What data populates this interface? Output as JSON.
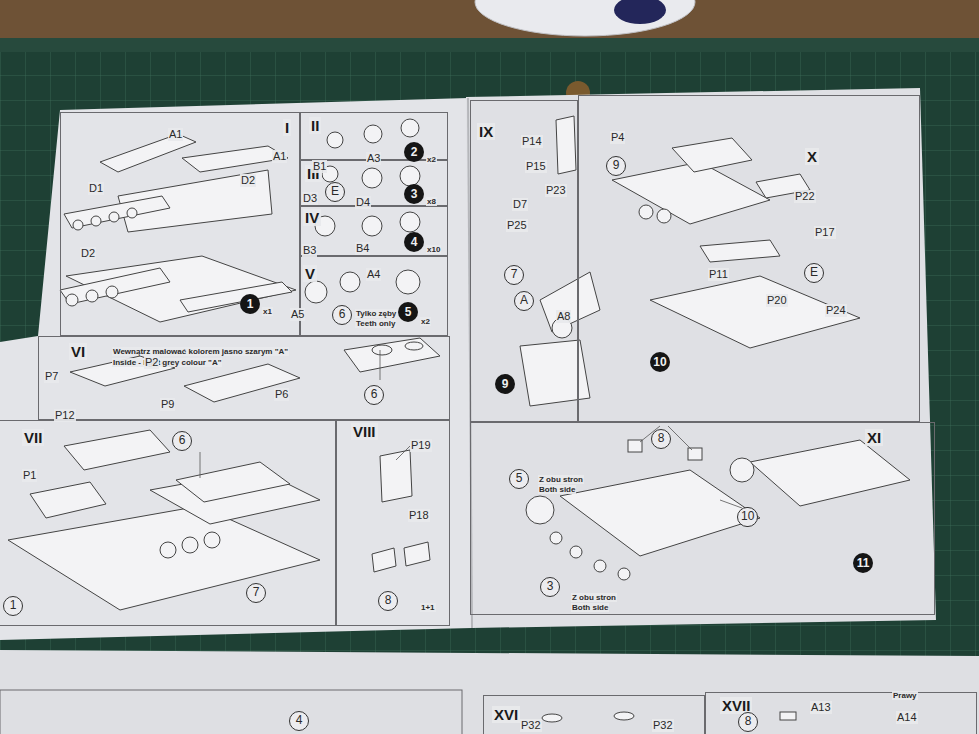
{
  "diagram": {
    "nodes": [
      {
        "text": [
          "I"
        ]
      },
      {
        "text": [
          "II"
        ]
      },
      {
        "text": [
          "III"
        ]
      },
      {
        "text": [
          "IV"
        ]
      },
      {
        "text": [
          "V"
        ]
      },
      {
        "text": [
          "VI"
        ]
      },
      {
        "text": [
          "VII"
        ]
      },
      {
        "text": [
          "VIII"
        ]
      },
      {
        "text": [
          "IX"
        ]
      },
      {
        "text": [
          "X"
        ]
      },
      {
        "text": [
          "XI"
        ]
      },
      {
        "text": [
          "XVI"
        ]
      },
      {
        "text": [
          "XVII"
        ]
      }
    ],
    "labels": [
      "A1",
      "A1",
      "D1",
      "D2",
      "D2",
      "1",
      "x1",
      "B1",
      "A3",
      "2",
      "x2",
      "E",
      "D3",
      "D4",
      "3",
      "x8",
      "B3",
      "B4",
      "4",
      "x10",
      "A4",
      "A5",
      "6",
      "Tylko zęby",
      "Teeth only",
      "5",
      "x2",
      "Wewnątrz malować kolorem jasno szarym \"A\"",
      "Inside - light grey colour \"A\"",
      "P7",
      "P12",
      "P2",
      "P9",
      "P6",
      "6",
      "6",
      "P1",
      "7",
      "1",
      "P19",
      "P18",
      "8",
      "1+1",
      "P14",
      "P15",
      "P23",
      "D7",
      "P25",
      "7",
      "A",
      "A8",
      "9",
      "9",
      "P4",
      "P22",
      "P17",
      "P11",
      "P20",
      "E",
      "P24",
      "10",
      "8",
      "5",
      "Z obu stron",
      "Both side",
      "10",
      "3",
      "Z obu stron",
      "Both side",
      "11",
      "4",
      "P32",
      "P32",
      "8",
      "A13",
      "Prawy",
      "A14"
    ]
  }
}
